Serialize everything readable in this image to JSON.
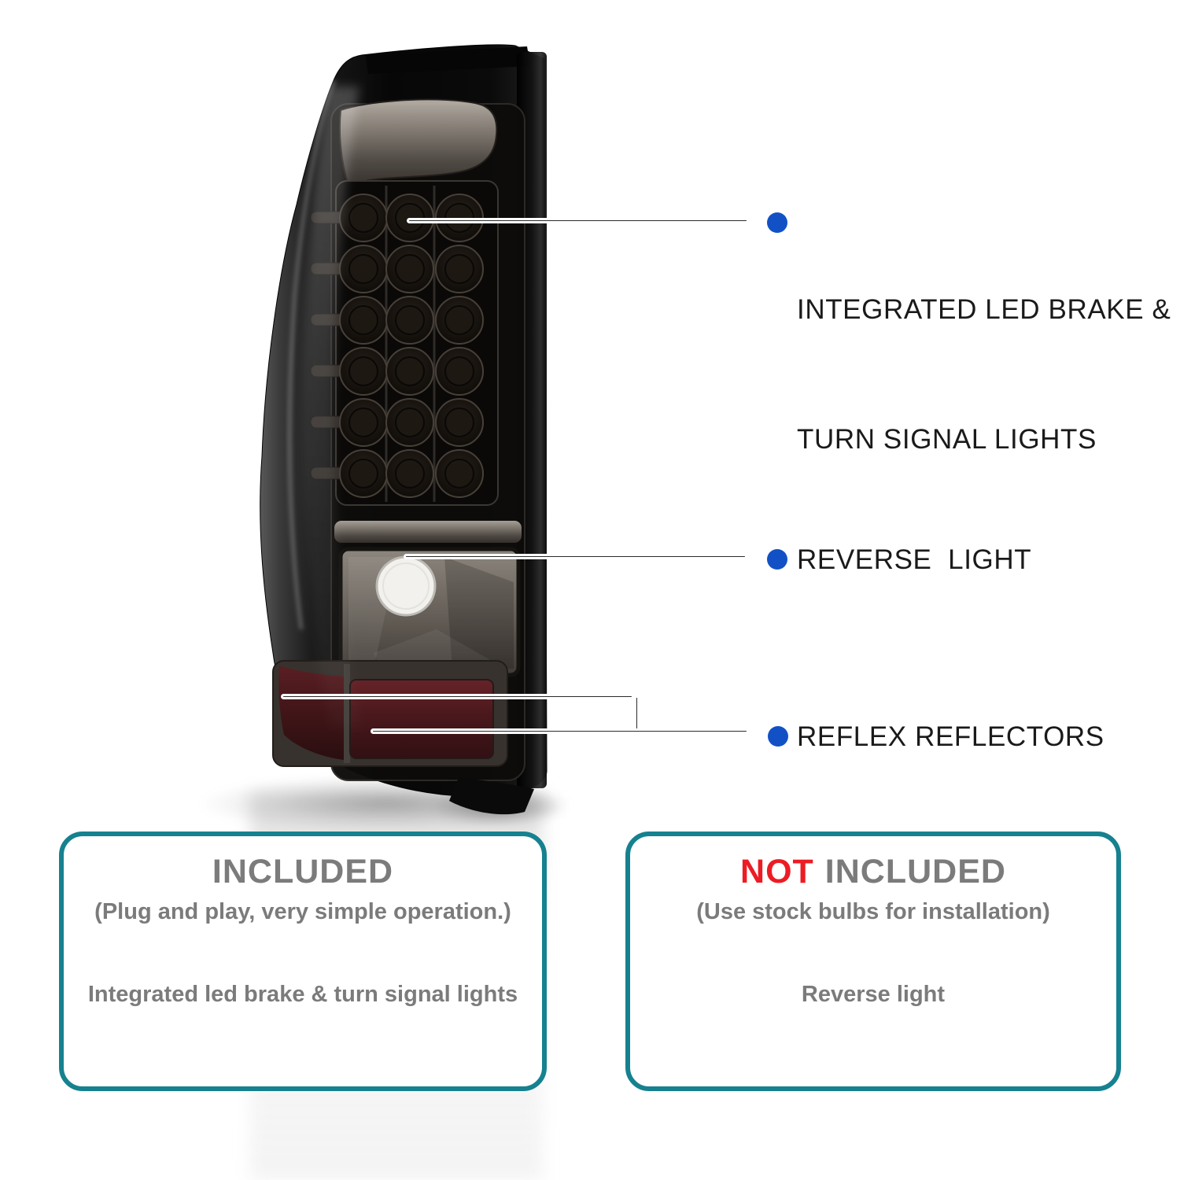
{
  "callouts": {
    "led": {
      "line1": "INTEGRATED LED BRAKE &",
      "line2": "TURN SIGNAL LIGHTS"
    },
    "reverse": {
      "label": "REVERSE  LIGHT"
    },
    "reflex": {
      "label": "REFLEX REFLECTORS"
    }
  },
  "boxes": {
    "included": {
      "title": "INCLUDED",
      "subtitle": "(Plug and play, very simple operation.)",
      "item": "Integrated led brake & turn signal lights"
    },
    "not_included": {
      "title_not": "NOT",
      "title_rest": "INCLUDED",
      "subtitle": "(Use stock bulbs for installation)",
      "item": "Reverse light"
    }
  },
  "icons": {
    "bullet": "filled-circle"
  },
  "colors": {
    "bullet_blue": "#1251c5",
    "box_border_teal": "#16818f",
    "not_red": "#ec1c24",
    "box_text_gray": "#7b7b7b",
    "callout_text": "#1a1a1a",
    "leader_line": "#2b2b2b"
  }
}
